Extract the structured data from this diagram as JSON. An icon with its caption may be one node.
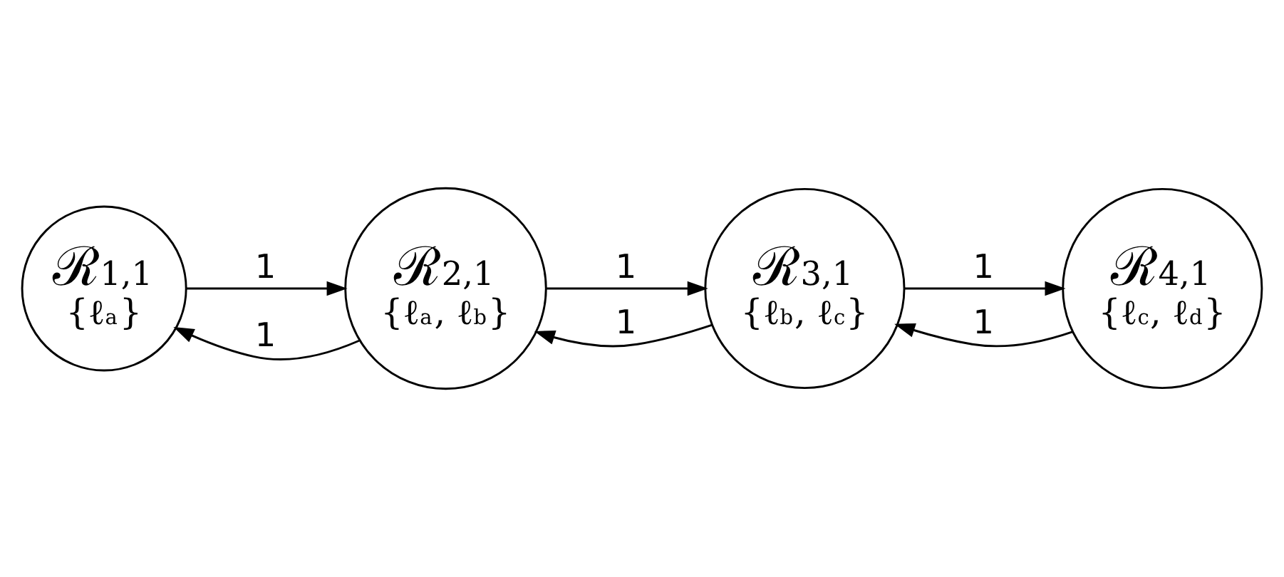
{
  "diagram": {
    "nodes": [
      {
        "text": [
          "ℛ$_{1,1}$",
          "{ℓ$_{a}$}"
        ]
      },
      {
        "text": [
          "ℛ$_{2,1}$",
          "{ℓ$_{a}$, ℓ$_{b}$}"
        ]
      },
      {
        "text": [
          "ℛ$_{3,1}$",
          "{ℓ$_{b}$, ℓ$_{c}$}"
        ]
      },
      {
        "text": [
          "ℛ$_{4,1}$",
          "{ℓ$_{c}$, ℓ$_{d}$}"
        ]
      }
    ],
    "edges": [
      {
        "from": 1,
        "to": 0,
        "arrow": "to",
        "label": "1"
      },
      {
        "from": 0,
        "to": 1,
        "arrow": "to",
        "label": "1"
      },
      {
        "from": 1,
        "to": 2,
        "arrow": "to",
        "label": "1"
      },
      {
        "from": 2,
        "to": 1,
        "arrow": "to",
        "label": "1"
      },
      {
        "from": 2,
        "to": 3,
        "arrow": "to",
        "label": "1"
      },
      {
        "from": 3,
        "to": 2,
        "arrow": "to",
        "label": "1"
      }
    ]
  }
}
